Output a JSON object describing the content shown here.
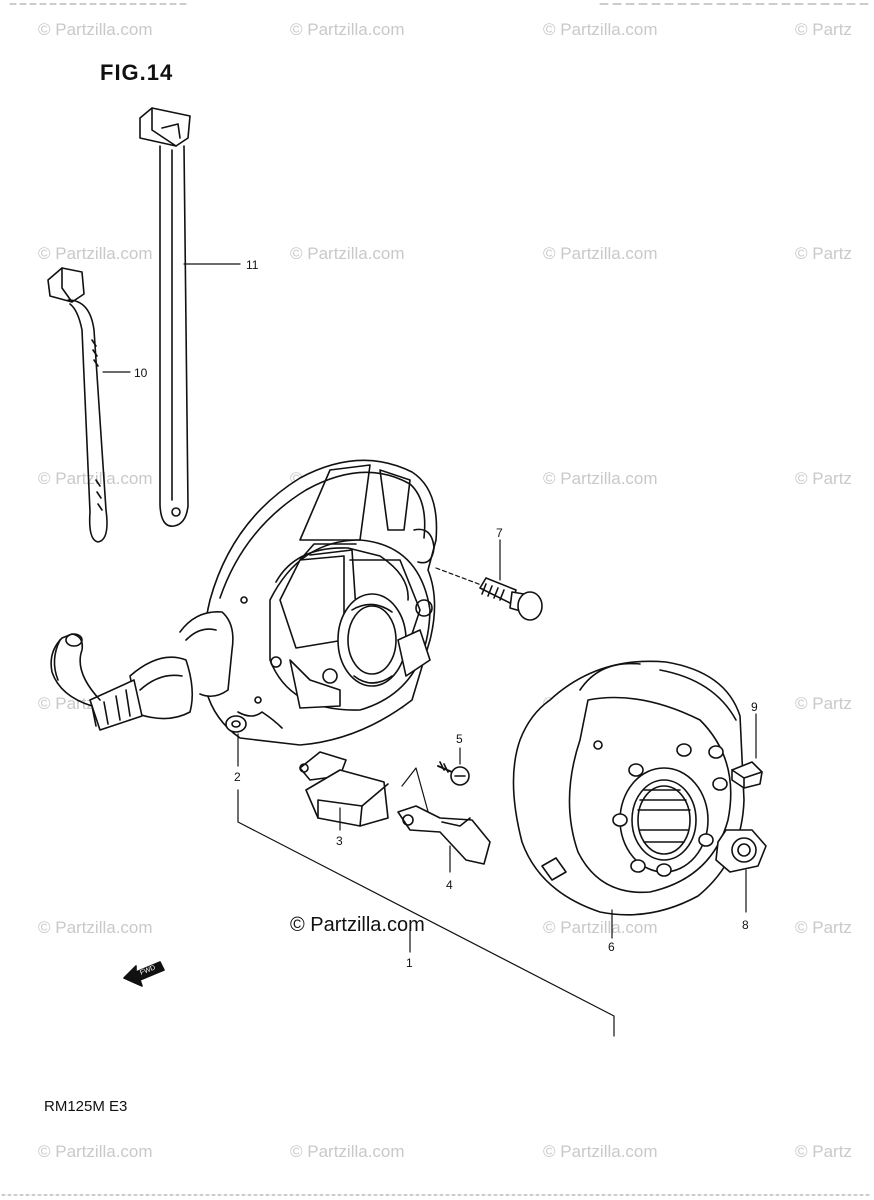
{
  "figure": {
    "title": "FIG.14",
    "model": "RM125M E3",
    "copyright": "© Partzilla.com"
  },
  "watermark": {
    "text": "© Partzilla.com",
    "text_partial": "© Partz"
  },
  "callouts": {
    "c1": "1",
    "c2": "2",
    "c3": "3",
    "c4": "4",
    "c5": "5",
    "c6": "6",
    "c7": "7",
    "c8": "8",
    "c9": "9",
    "c10": "10",
    "c11": "11"
  },
  "fwd_badge": "FWD"
}
